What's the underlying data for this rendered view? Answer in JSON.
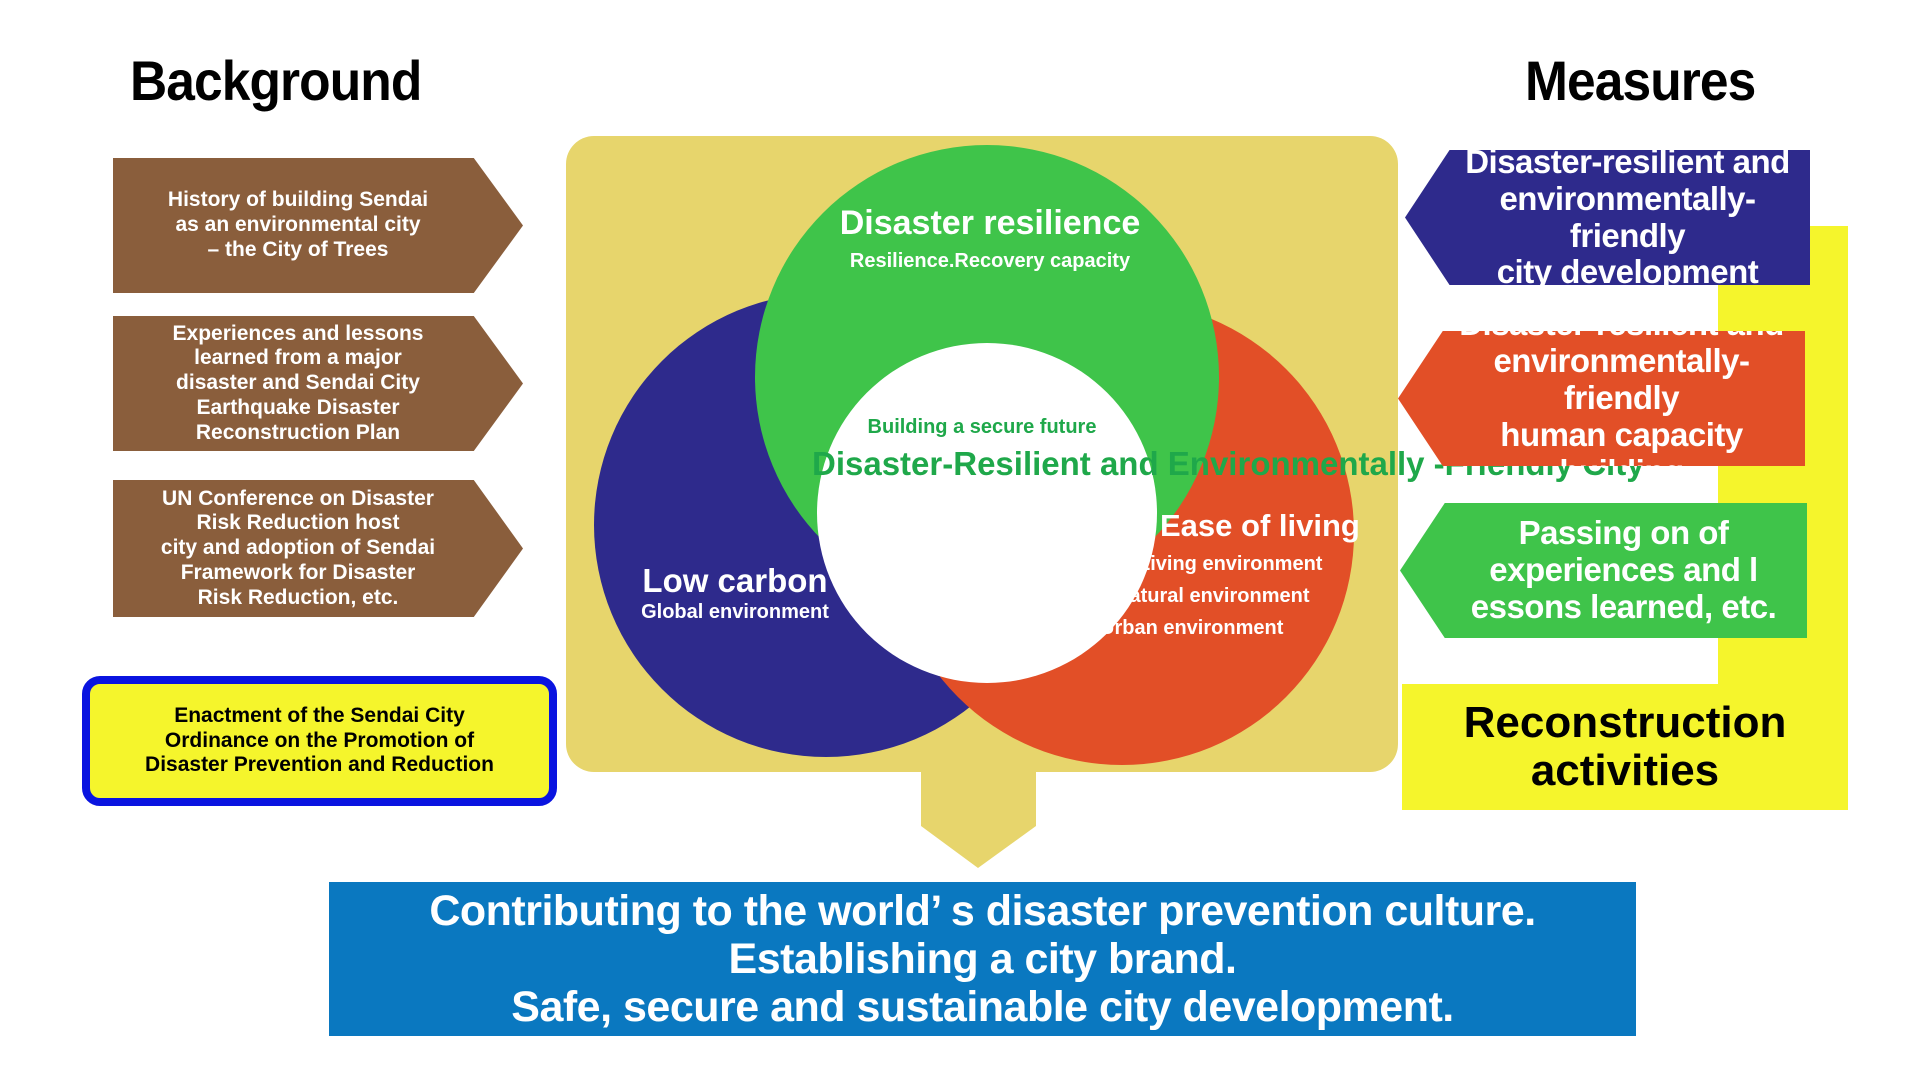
{
  "headings": {
    "background": "Background",
    "measures": "Measures"
  },
  "background_items": [
    {
      "text": "History of building Sendai\nas an environmental city\n– the City of Trees"
    },
    {
      "text": "Experiences and lessons\nlearned from a major\ndisaster and Sendai City\nEarthquake Disaster\nReconstruction Plan"
    },
    {
      "text": "UN Conference on Disaster\nRisk Reduction host\ncity and adoption of Sendai\nFramework for Disaster\nRisk Reduction, etc."
    }
  ],
  "ordinance": {
    "text": "Enactment of the Sendai City\nOrdinance on the Promotion of\nDisaster Prevention and Reduction"
  },
  "venn": {
    "green": {
      "title": "Disaster resilience",
      "subtitle": "Resilience.Recovery capacity",
      "color": "#3fc44a"
    },
    "blue": {
      "title": "Low carbon",
      "subtitle": "Global environment",
      "color": "#2e2a8c"
    },
    "red": {
      "title": "Ease of living",
      "lines": [
        "Living environment",
        "Natural environment",
        "Urban environment"
      ],
      "color": "#e24f27"
    },
    "center": {
      "small": "Building a secure future",
      "main": "Disaster-Resilient\nand Environmentally\n-Friendly City",
      "color": "#1fa84a"
    }
  },
  "measures": [
    {
      "text": "Disaster-resilient and\nenvironmentally-friendly\ncity development",
      "color": "#2e2a8c"
    },
    {
      "text": "Disaster-resilient and\nenvironmentally-friendly\nhuman capacity building",
      "color": "#e24f27"
    },
    {
      "text": "Passing on of\nexperiences and l\nessons learned, etc.",
      "color": "#3fc44a"
    }
  ],
  "reconstruction": {
    "text": "Reconstruction\nactivities"
  },
  "bottom": {
    "lines": [
      "Contributing to the world’ s disaster prevention culture.",
      "Establishing a city brand.",
      "Safe, secure and sustainable city development."
    ]
  },
  "colors": {
    "brown": "#8a5e3c",
    "panel": "#e7d56c",
    "yellow": "#f5f52c",
    "bottom_blue": "#0a78c0"
  }
}
